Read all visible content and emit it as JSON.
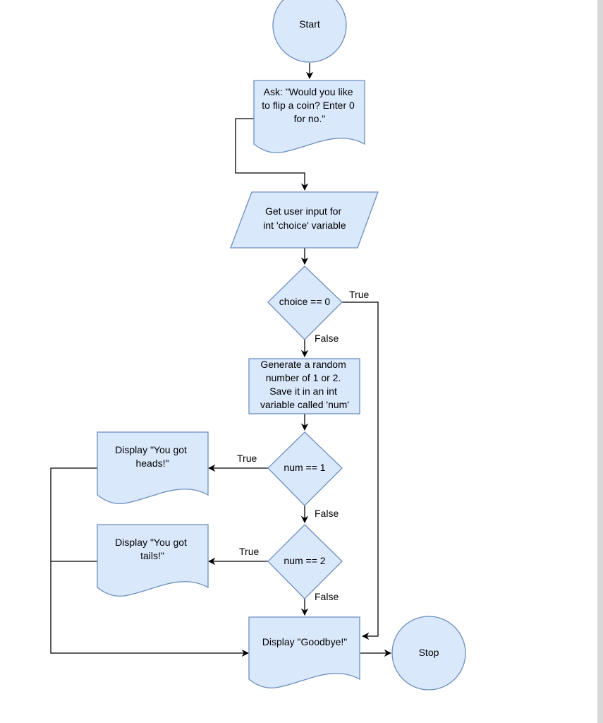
{
  "colors": {
    "shape_fill": "#dae8fc",
    "shape_stroke": "#6c8ebf",
    "edge": "#000000",
    "text": "#000000"
  },
  "nodes": {
    "start": {
      "lines": [
        "Start"
      ]
    },
    "ask": {
      "lines": [
        "Ask: \"Would you like",
        "to flip a coin? Enter 0",
        "for no.\""
      ]
    },
    "input": {
      "lines": [
        "Get user input for",
        "int 'choice' variable"
      ]
    },
    "choice_decision": {
      "lines": [
        "choice == 0"
      ]
    },
    "generate": {
      "lines": [
        "Generate a random",
        "number of 1 or 2.",
        "Save it in an int",
        "variable called 'num'"
      ]
    },
    "num1_decision": {
      "lines": [
        "num == 1"
      ]
    },
    "heads": {
      "lines": [
        "Display \"You got",
        "heads!\""
      ]
    },
    "num2_decision": {
      "lines": [
        "num == 2"
      ]
    },
    "tails": {
      "lines": [
        "Display \"You got",
        "tails!\""
      ]
    },
    "goodbye": {
      "lines": [
        "Display \"Goodbye!\""
      ]
    },
    "stop": {
      "lines": [
        "Stop"
      ]
    }
  },
  "edge_labels": {
    "choice_true": "True",
    "choice_false": "False",
    "num1_true": "True",
    "num1_false": "False",
    "num2_true": "True",
    "num2_false": "False"
  }
}
